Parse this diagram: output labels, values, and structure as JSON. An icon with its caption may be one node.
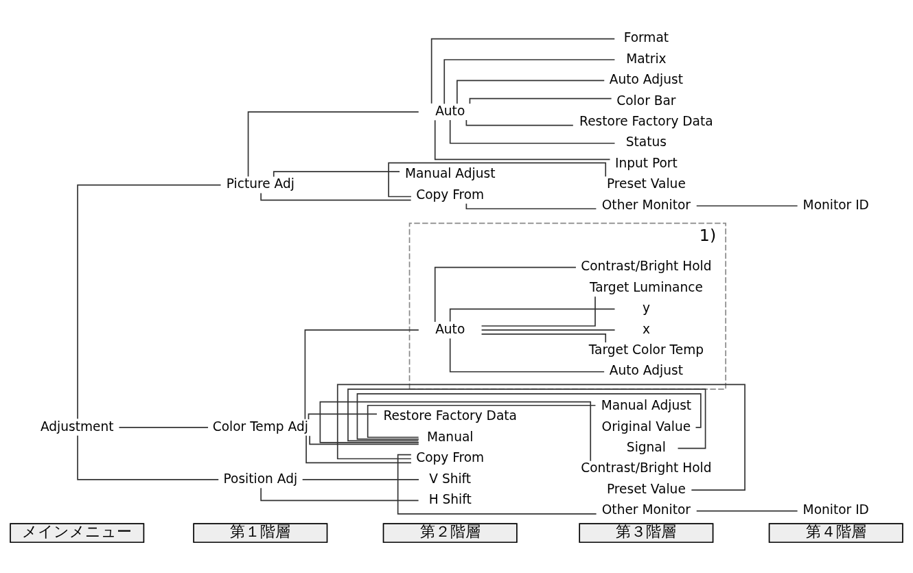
{
  "diagram": {
    "nodes": [
      {
        "text": [
          "Adjustment"
        ]
      },
      {
        "text": [
          "Picture Adj"
        ]
      },
      {
        "text": [
          "Auto"
        ]
      },
      {
        "text": [
          "Auto Adjust"
        ]
      },
      {
        "text": [
          "Color Bar"
        ]
      },
      {
        "text": [
          "Restore Factory Data"
        ]
      },
      {
        "text": [
          "Status"
        ]
      },
      {
        "text": [
          "Input Port"
        ]
      },
      {
        "text": [
          "Format"
        ]
      },
      {
        "text": [
          "Matrix"
        ]
      },
      {
        "text": [
          "Manual Adjust"
        ]
      },
      {
        "text": [
          "Copy From"
        ]
      },
      {
        "text": [
          "Preset Value"
        ]
      },
      {
        "text": [
          "Other Monitor"
        ]
      },
      {
        "text": [
          "Monitor ID"
        ]
      },
      {
        "text": [
          "Color Temp Adj"
        ]
      },
      {
        "text": [
          "Manual"
        ]
      },
      {
        "text": [
          "Manual Adjust"
        ]
      },
      {
        "text": [
          "Original Value"
        ]
      },
      {
        "text": [
          "Signal"
        ]
      },
      {
        "text": [
          "Contrast/Bright Hold"
        ]
      },
      {
        "text": [
          "1)"
        ]
      },
      {
        "text": [
          "Auto"
        ],
        "in": 21
      },
      {
        "text": [
          "Auto Adjust"
        ],
        "in": 21
      },
      {
        "text": [
          "Target Color Temp"
        ],
        "in": 21
      },
      {
        "text": [
          "x"
        ],
        "in": 21
      },
      {
        "text": [
          "y"
        ],
        "in": 21
      },
      {
        "text": [
          "Target Luminance"
        ],
        "in": 21
      },
      {
        "text": [
          "Contrast/Bright Hold"
        ],
        "in": 21
      },
      {
        "text": [
          "Copy From"
        ]
      },
      {
        "text": [
          "Preset Value"
        ]
      },
      {
        "text": [
          "Other Monitor"
        ]
      },
      {
        "text": [
          "Monitor ID"
        ]
      },
      {
        "text": [
          "Restore Factory Data"
        ]
      },
      {
        "text": [
          "Position Adj"
        ]
      },
      {
        "text": [
          "H Shift"
        ]
      },
      {
        "text": [
          "V Shift"
        ]
      }
    ],
    "edges": [
      {
        "from": 0,
        "to": 1,
        "arrow": "none"
      },
      {
        "from": 1,
        "to": 2,
        "arrow": "none"
      },
      {
        "from": 2,
        "to": 3,
        "arrow": "none"
      },
      {
        "from": 2,
        "to": 4,
        "arrow": "none"
      },
      {
        "from": 2,
        "to": 5,
        "arrow": "none"
      },
      {
        "from": 2,
        "to": 6,
        "arrow": "none"
      },
      {
        "from": 2,
        "to": 7,
        "arrow": "none"
      },
      {
        "from": 2,
        "to": 8,
        "arrow": "none"
      },
      {
        "from": 2,
        "to": 9,
        "arrow": "none"
      },
      {
        "from": 1,
        "to": 10,
        "arrow": "none"
      },
      {
        "from": 1,
        "to": 11,
        "arrow": "none"
      },
      {
        "from": 11,
        "to": 12,
        "arrow": "none"
      },
      {
        "from": 11,
        "to": 13,
        "arrow": "none"
      },
      {
        "from": 13,
        "to": 14,
        "arrow": "none"
      },
      {
        "from": 0,
        "to": 15,
        "arrow": "none"
      },
      {
        "from": 15,
        "to": 16,
        "arrow": "none"
      },
      {
        "from": 16,
        "to": 17,
        "arrow": "none"
      },
      {
        "from": 16,
        "to": 18,
        "arrow": "none"
      },
      {
        "from": 16,
        "to": 19,
        "arrow": "none"
      },
      {
        "from": 16,
        "to": 20,
        "arrow": "none"
      },
      {
        "from": 15,
        "to": 22,
        "arrow": "none"
      },
      {
        "from": 22,
        "to": 23,
        "arrow": "none"
      },
      {
        "from": 22,
        "to": 24,
        "arrow": "none"
      },
      {
        "from": 22,
        "to": 25,
        "arrow": "none"
      },
      {
        "from": 22,
        "to": 26,
        "arrow": "none"
      },
      {
        "from": 22,
        "to": 27,
        "arrow": "none"
      },
      {
        "from": 22,
        "to": 28,
        "arrow": "none"
      },
      {
        "from": 15,
        "to": 29,
        "arrow": "none"
      },
      {
        "from": 29,
        "to": 30,
        "arrow": "none"
      },
      {
        "from": 29,
        "to": 31,
        "arrow": "none"
      },
      {
        "from": 31,
        "to": 32,
        "arrow": "none"
      },
      {
        "from": 15,
        "to": 33,
        "arrow": "none"
      },
      {
        "from": 0,
        "to": 34,
        "arrow": "none"
      },
      {
        "from": 34,
        "to": 35,
        "arrow": "none"
      },
      {
        "from": 34,
        "to": 36,
        "arrow": "none"
      }
    ],
    "labels": [
      "メインメニュー",
      "第１階層",
      "第２階層",
      "第３階層",
      "第４階層"
    ]
  }
}
